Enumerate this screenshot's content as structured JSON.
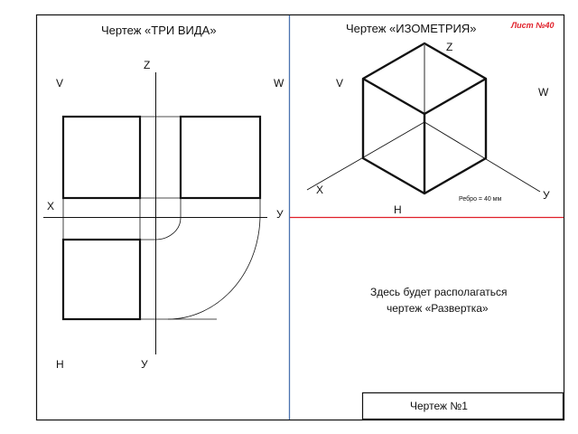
{
  "left_panel": {
    "title": "Чертеж  «ТРИ ВИДА»",
    "axes": {
      "z": "Z",
      "x": "X",
      "y_right": "У",
      "y_bottom": "У"
    },
    "view_labels": {
      "v": "V",
      "w": "W",
      "h": "H"
    }
  },
  "right_panel": {
    "title": "Чертеж «ИЗОМЕТРИЯ»",
    "sheet_number": "Лист №40",
    "axes": {
      "z": "Z",
      "x": "X",
      "y": "У"
    },
    "view_labels": {
      "v": "V",
      "w": "W",
      "h": "H"
    },
    "edge_note": "Ребро = 40 мм"
  },
  "placeholder": {
    "line1": "Здесь будет располагаться",
    "line2": "чертеж «Развертка»"
  },
  "title_block": {
    "label": "Чертеж  №1"
  },
  "colors": {
    "divider_blue": "#4a72b0",
    "divider_red": "#e0202a",
    "sheet_number_red": "#e0202a",
    "line": "#111111"
  }
}
